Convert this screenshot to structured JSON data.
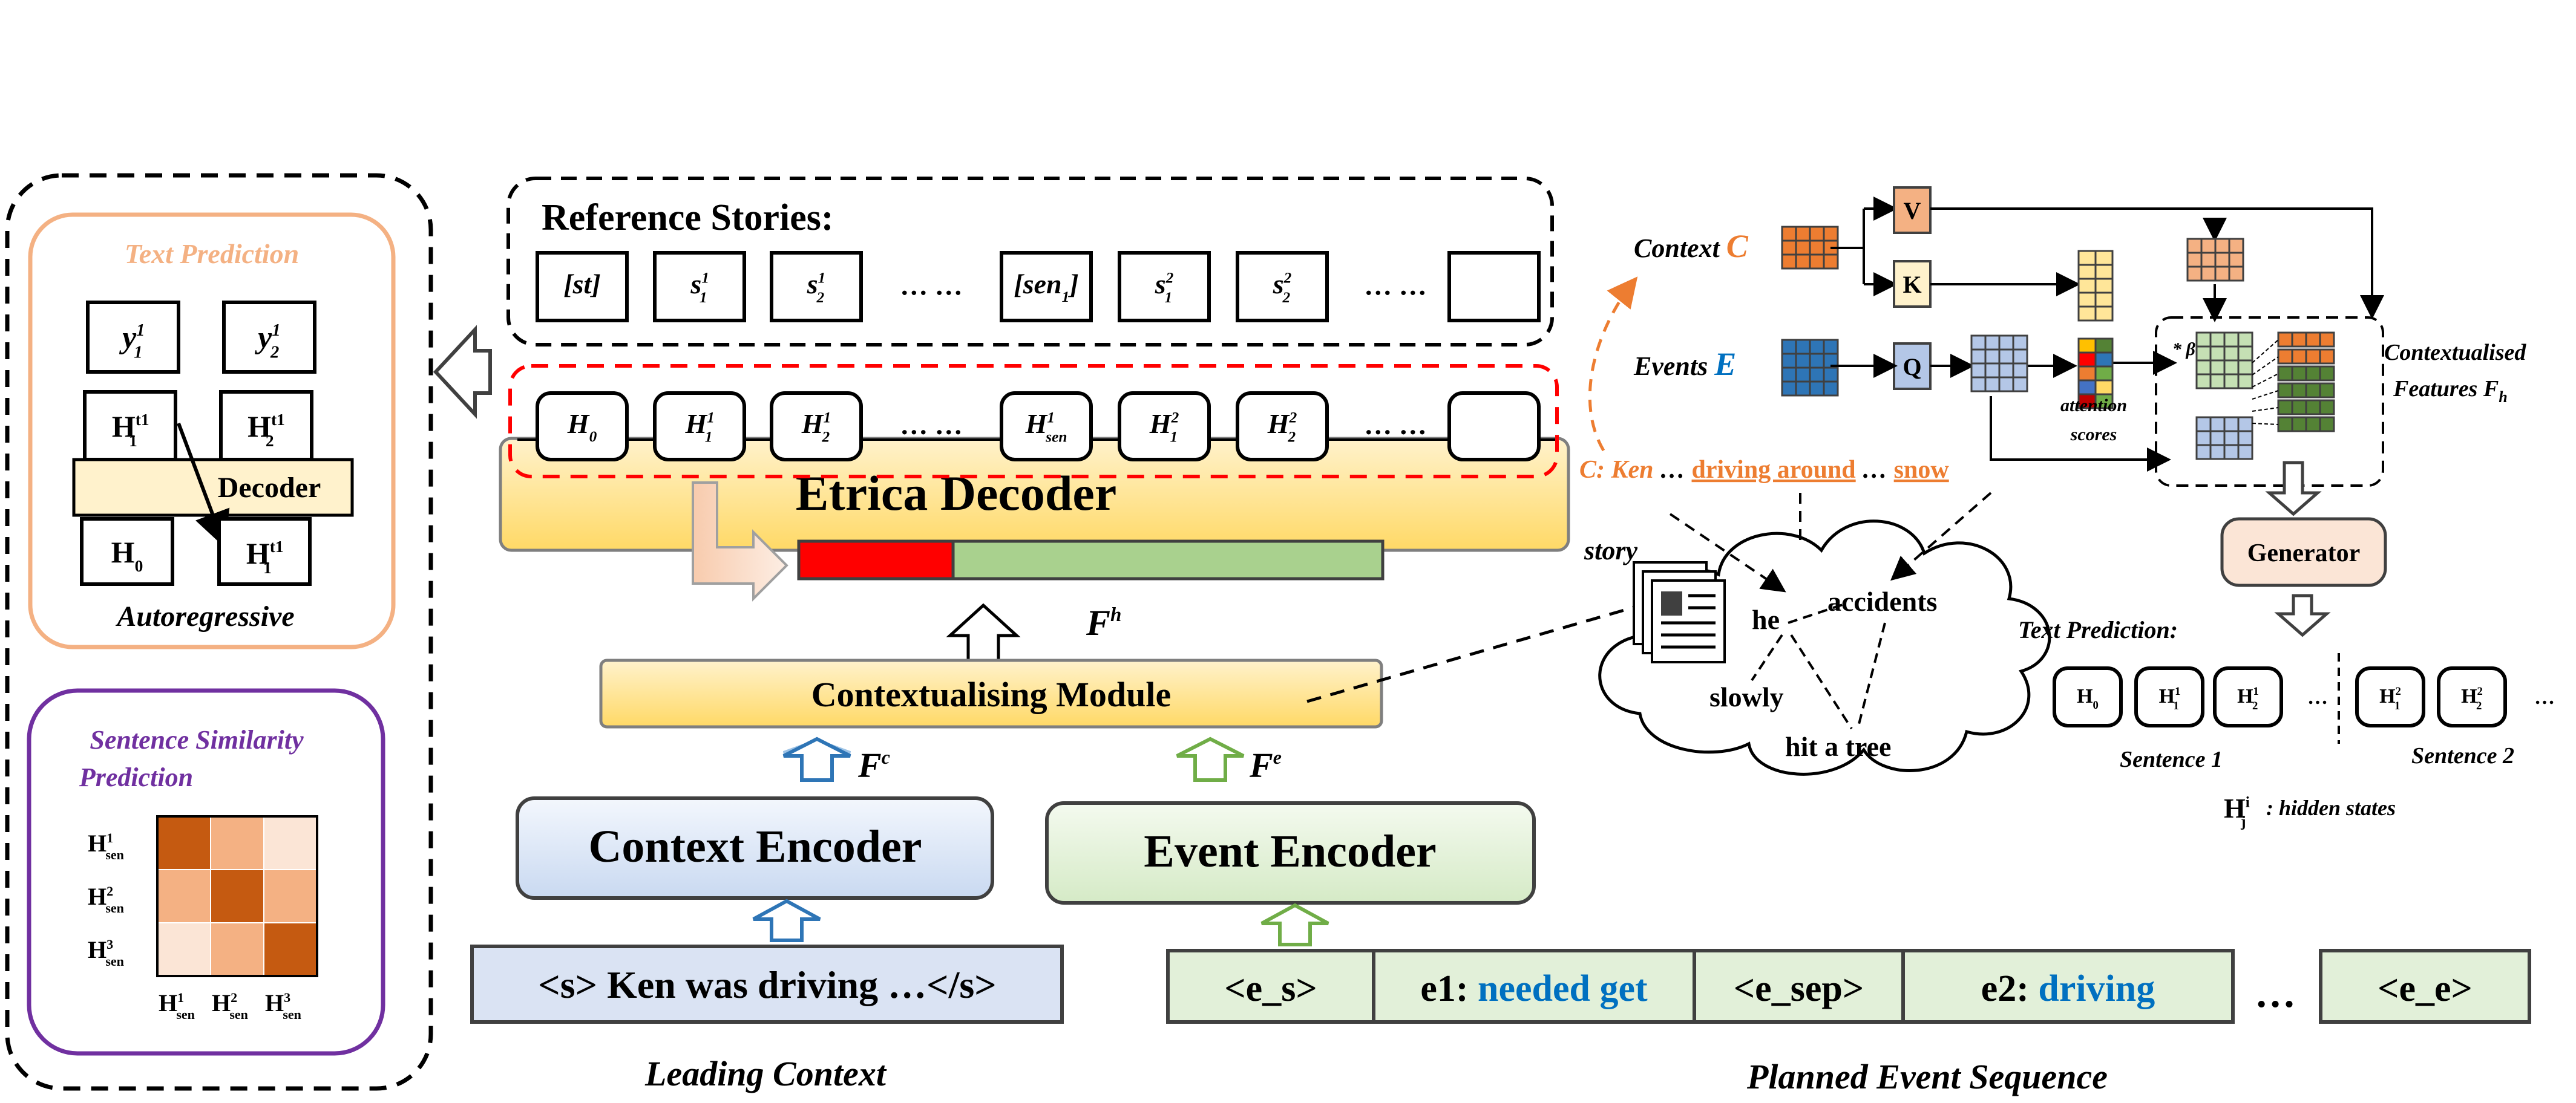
{
  "left_panel": {
    "text_prediction": {
      "title": "Text Prediction",
      "y1": [
        "y",
        "1",
        "1"
      ],
      "y2": [
        "y",
        "1",
        "2"
      ],
      "h11": [
        "H",
        "t1",
        "1"
      ],
      "h21": [
        "H",
        "t1",
        "2"
      ],
      "decoder": "Decoder",
      "h0": [
        "H",
        "",
        "0"
      ],
      "h11b": [
        "H",
        "t1",
        "1"
      ],
      "footer": "Autoregressive"
    },
    "similarity": {
      "title_line1": "Sentence Similarity",
      "title_line2": "Prediction",
      "row_labels": [
        [
          "H",
          "1",
          "sen"
        ],
        [
          "H",
          "2",
          "sen"
        ],
        [
          "H",
          "3",
          "sen"
        ]
      ],
      "col_labels": [
        [
          "H",
          "1",
          "sen"
        ],
        [
          "H",
          "2",
          "sen"
        ],
        [
          "H",
          "3",
          "sen"
        ]
      ],
      "matrix": [
        [
          1.0,
          0.5,
          0.15
        ],
        [
          0.5,
          1.0,
          0.4
        ],
        [
          0.15,
          0.4,
          1.0
        ]
      ],
      "colors": {
        "high": "#c55a11",
        "mid": "#f4b183",
        "low": "#fbe5d6"
      }
    }
  },
  "main": {
    "reference_title": "Reference Stories:",
    "reference_tokens": [
      {
        "base": "[st]",
        "sup": "",
        "sub": ""
      },
      {
        "base": "s",
        "sup": "1",
        "sub": "1"
      },
      {
        "base": "s",
        "sup": "1",
        "sub": "2"
      },
      {
        "base": "… …",
        "sup": "",
        "sub": "",
        "bare": true
      },
      {
        "base": "[sen",
        "sup": "",
        "sub": "1",
        "close": "]"
      },
      {
        "base": "s",
        "sup": "2",
        "sub": "1"
      },
      {
        "base": "s",
        "sup": "2",
        "sub": "2"
      },
      {
        "base": "… …",
        "sup": "",
        "sub": "",
        "bare": true
      },
      {
        "base": "",
        "sup": "",
        "sub": ""
      }
    ],
    "hidden_tokens": [
      {
        "base": "H",
        "sup": "",
        "sub": "0"
      },
      {
        "base": "H",
        "sup": "1",
        "sub": "1"
      },
      {
        "base": "H",
        "sup": "1",
        "sub": "2"
      },
      {
        "base": "… …",
        "sup": "",
        "sub": "",
        "bare": true
      },
      {
        "base": "H",
        "sup": "1",
        "sub": "sen"
      },
      {
        "base": "H",
        "sup": "2",
        "sub": "1"
      },
      {
        "base": "H",
        "sup": "2",
        "sub": "2"
      },
      {
        "base": "… …",
        "sup": "",
        "sub": "",
        "bare": true
      },
      {
        "base": "",
        "sup": "",
        "sub": ""
      }
    ],
    "decoder_label": "Etrica Decoder",
    "fh_label": [
      "F",
      "h"
    ],
    "contextualising_label": "Contextualising Module",
    "fc_label": [
      "F",
      "c"
    ],
    "fe_label": [
      "F",
      "e"
    ],
    "context_encoder": "Context Encoder",
    "event_encoder": "Event Encoder",
    "leading_input": "<s> Ken was driving …</s>",
    "event_sequence": [
      {
        "prefix": "<e_s>",
        "value": ""
      },
      {
        "prefix": "e1: ",
        "value": "needed get"
      },
      {
        "prefix": "<e_sep>",
        "value": ""
      },
      {
        "prefix": "e2: ",
        "value": "driving"
      },
      {
        "prefix": "…",
        "value": "",
        "bare": true
      },
      {
        "prefix": "<e_e>",
        "value": ""
      }
    ],
    "caption_left": "Leading Context",
    "caption_right": "Planned Event Sequence"
  },
  "right_panel": {
    "context_label": [
      "Context ",
      "C"
    ],
    "events_label": [
      "Events ",
      "E"
    ],
    "v": "V",
    "k": "K",
    "q": "Q",
    "attention_label_1": "attention",
    "attention_label_2": "scores",
    "beta_label": "* β",
    "contextualised_1": "Contextualised",
    "contextualised_2": "Features F",
    "contextualised_sub": "h",
    "c_line": {
      "prefix": "C: ",
      "ken": "Ken",
      " dots1": " … ",
      "driving": "driving around",
      "dots2": " … ",
      "snow": "snow"
    },
    "cloud_words": [
      "story",
      "he",
      "accidents",
      "slowly",
      "hit a tree"
    ],
    "generator": "Generator",
    "text_prediction_title": "Text Prediction:",
    "pred_tokens": [
      {
        "base": "H",
        "sup": "",
        "sub": "0"
      },
      {
        "base": "H",
        "sup": "1",
        "sub": "1"
      },
      {
        "base": "H",
        "sup": "1",
        "sub": "2"
      },
      {
        "base": "…",
        "sup": "",
        "sub": "",
        "bare": true
      },
      {
        "base": "H",
        "sup": "2",
        "sub": "1"
      },
      {
        "base": "H",
        "sup": "2",
        "sub": "2"
      },
      {
        "base": "…",
        "sup": "",
        "sub": "",
        "bare": true
      }
    ],
    "sentence1": "Sentence 1",
    "sentence2": "Sentence 2",
    "hidden_states_note": ": hidden states",
    "hidden_states_symbol": [
      "H",
      "i",
      "j"
    ]
  },
  "colors": {
    "orange": "#ed7d31",
    "blue": "#0070c0",
    "purple": "#7030a0",
    "decoder_yellow": "#ffe699",
    "red": "#ff0000",
    "green_bar": "#a9d18e",
    "context_blue": "#dae3f3",
    "event_green": "#e2f0d9",
    "navy": "#1f4e79"
  }
}
